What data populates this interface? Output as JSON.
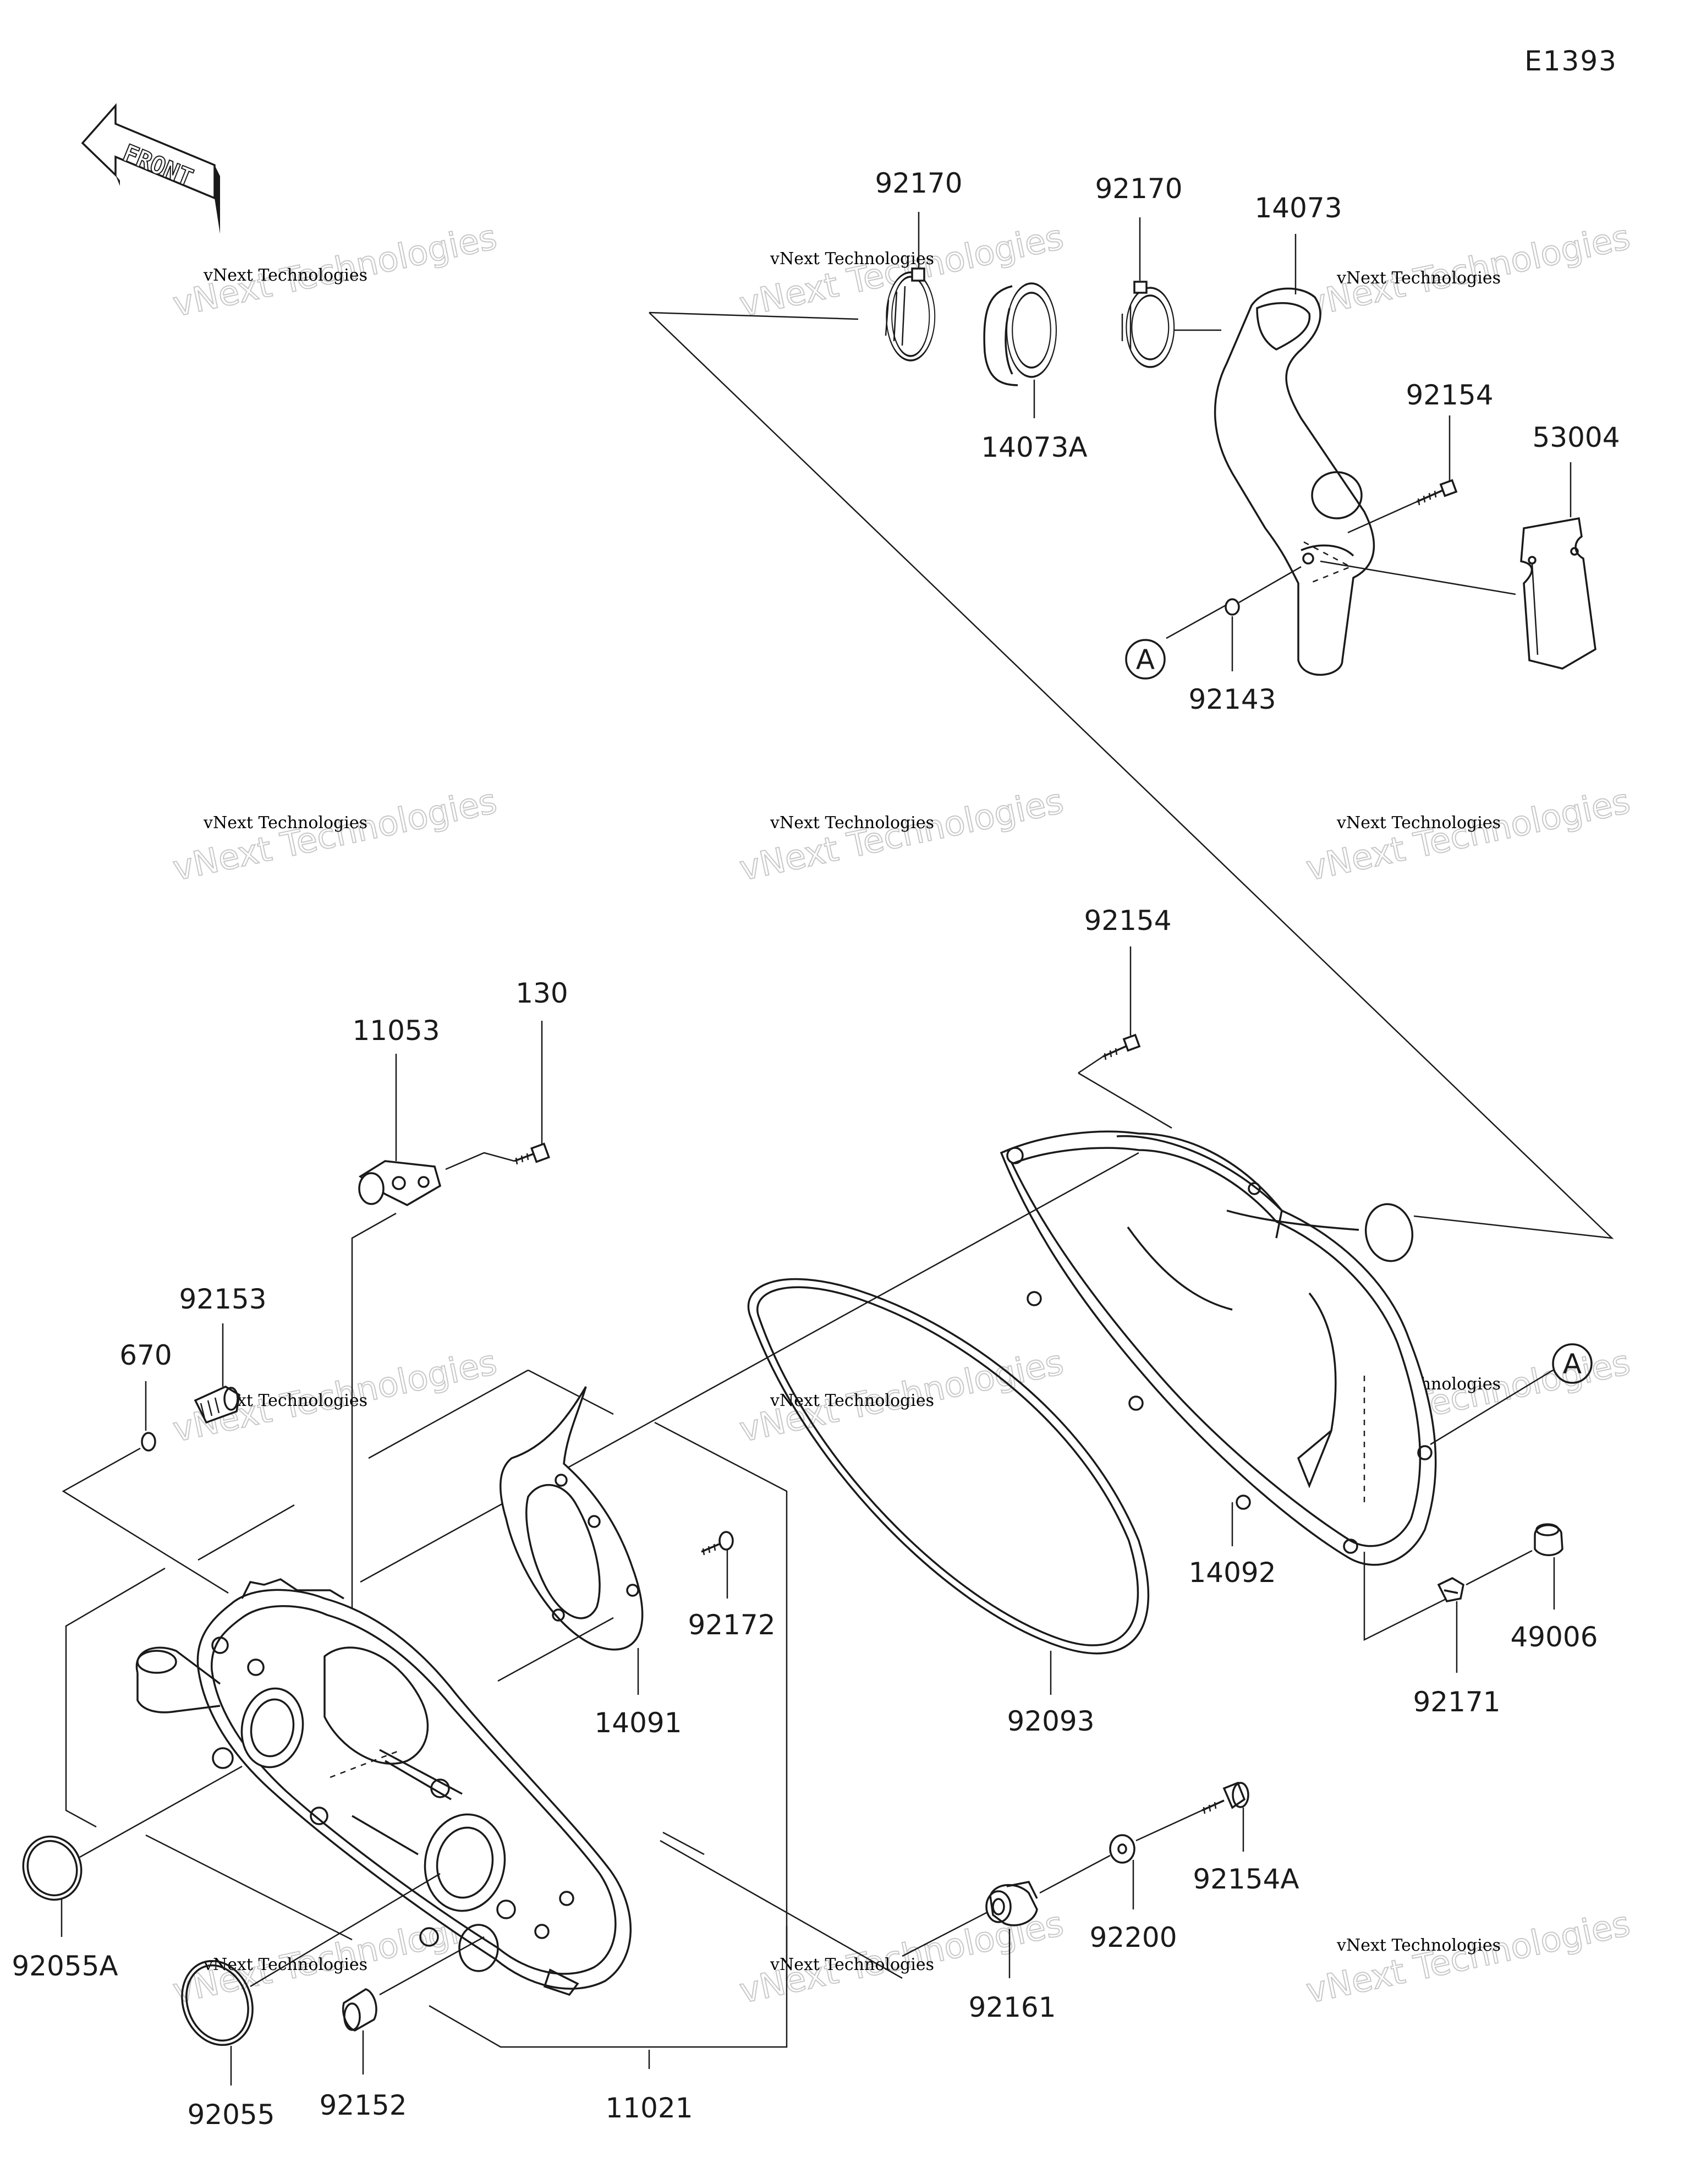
{
  "diagram_code": "E1393",
  "front_label": "FRONT",
  "callout_a": "A",
  "watermark_line1": "vNext Technologies",
  "watermark_line2": "vNext Technologies",
  "parts": {
    "p92170_left": "92170",
    "p92170_right": "92170",
    "p14073": "14073",
    "p14073A": "14073A",
    "p92154_top": "92154",
    "p53004": "53004",
    "p92143": "92143",
    "p92154_mid": "92154",
    "p130": "130",
    "p11053": "11053",
    "p92153": "92153",
    "p670": "670",
    "p92172": "92172",
    "p14091": "14091",
    "p14092": "14092",
    "p49006": "49006",
    "p92171": "92171",
    "p92093": "92093",
    "p92154A": "92154A",
    "p92200": "92200",
    "p92161": "92161",
    "p92055A": "92055A",
    "p92055": "92055",
    "p92152": "92152",
    "p11021": "11021"
  }
}
